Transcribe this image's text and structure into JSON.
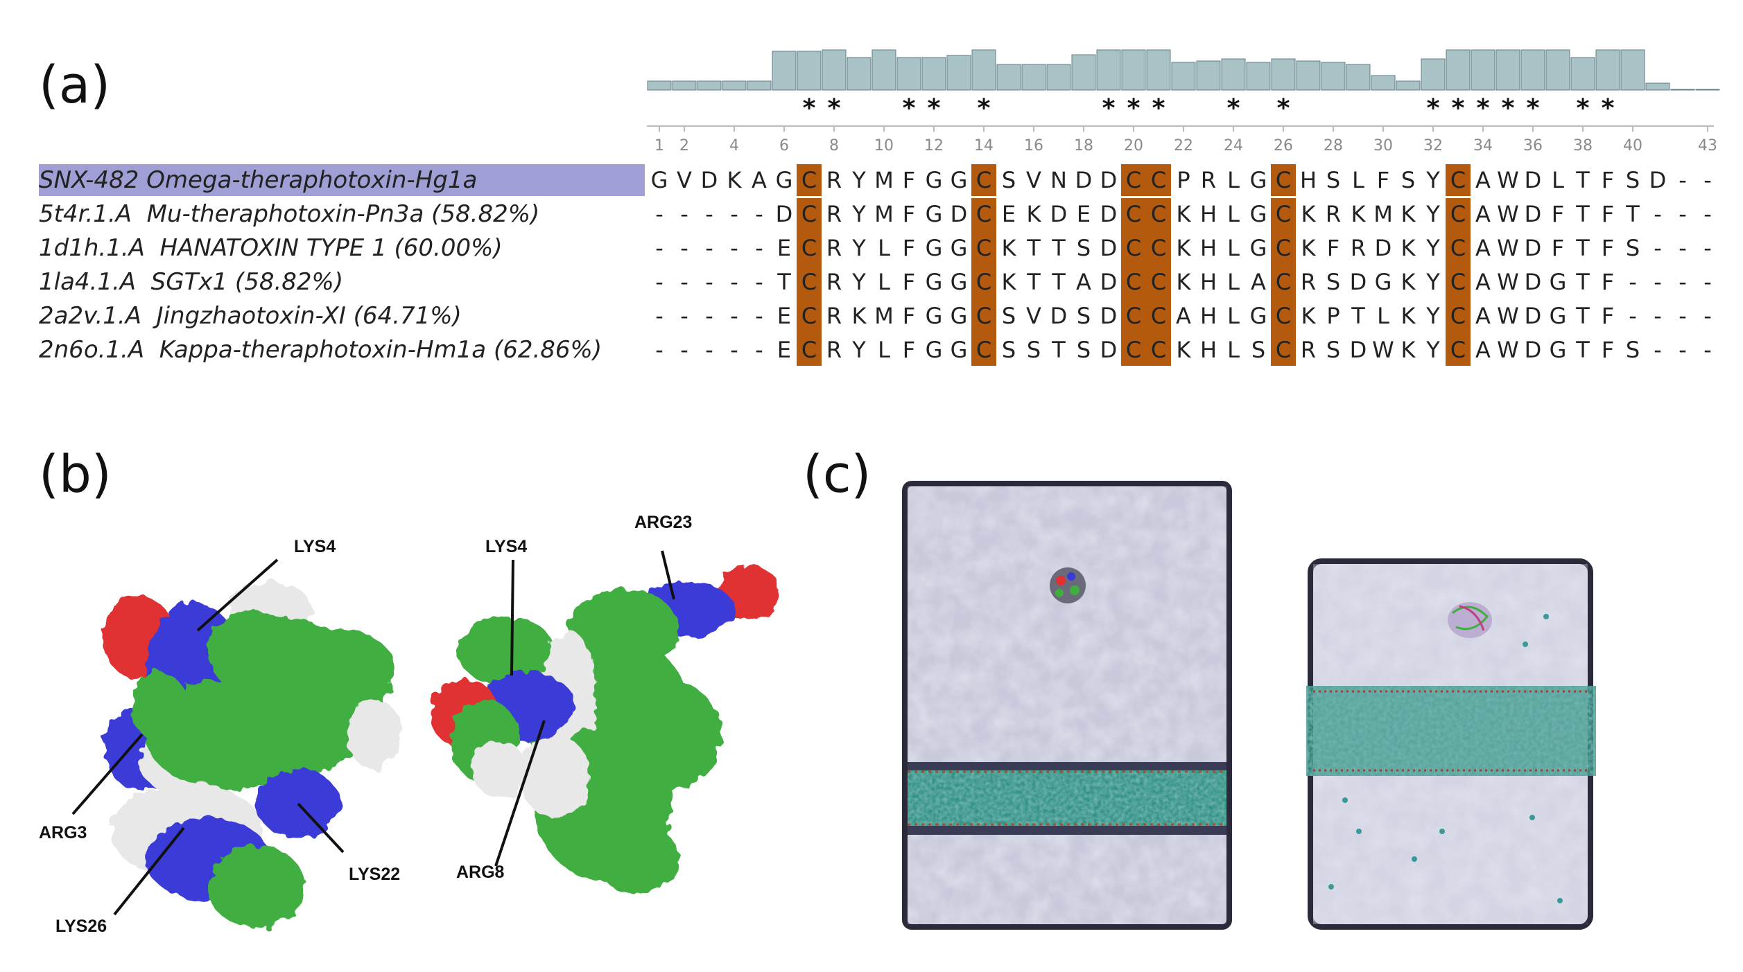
{
  "panels": {
    "a": "(a)",
    "b": "(b)",
    "c": "(c)"
  },
  "alignment": {
    "names": [
      "SNX-482 Omega-theraphotoxin-Hg1a",
      "5t4r.1.A  Mu-theraphotoxin-Pn3a (58.82%)",
      "1d1h.1.A  HANATOXIN TYPE 1 (60.00%)",
      "1la4.1.A  SGTx1 (58.82%)",
      "2a2v.1.A  Jingzhaotoxin-XI (64.71%)",
      "2n6o.1.A  Kappa-theraphotoxin-Hm1a (62.86%)"
    ],
    "sequences": [
      "GVDKAGCRYMFGGCSVNDDCCPRLGCHSLFSYCAWDLTFSD--",
      "-----DCRYMFGDCEKDEDCCKHLGCKRKMKYCAWDFTFT---",
      "-----ECRYLFGGCKTTSDCCKHLGCKFRDKYCAWDFTFS---",
      "-----TCRYLFGGCKTTADCCKHLACRSDGKYCAWDGTF----",
      "-----ECRKMFGGCSVDSDCCAHLGCKPTLKYCAWDGTF----",
      "-----ECRYLFGGCSSTSDCCKHLSCRSDWKYCAWDGTFS---"
    ],
    "ruler_labels": [
      "1",
      "2",
      "4",
      "6",
      "8",
      "10",
      "12",
      "14",
      "16",
      "18",
      "20",
      "22",
      "24",
      "26",
      "28",
      "30",
      "32",
      "34",
      "36",
      "38",
      "40",
      "43"
    ],
    "conservation_stars": "*"
  },
  "conservation": [
    0.13,
    0.13,
    0.13,
    0.13,
    0.13,
    0.56,
    0.56,
    0.58,
    0.47,
    0.58,
    0.47,
    0.47,
    0.5,
    0.58,
    0.37,
    0.37,
    0.37,
    0.51,
    0.58,
    0.58,
    0.58,
    0.4,
    0.42,
    0.45,
    0.4,
    0.45,
    0.42,
    0.4,
    0.37,
    0.21,
    0.13,
    0.45,
    0.58,
    0.58,
    0.58,
    0.58,
    0.58,
    0.47,
    0.58,
    0.58,
    0.1,
    0.01,
    0.01
  ],
  "conserved_columns": [
    7,
    8,
    11,
    12,
    14,
    19,
    20,
    21,
    24,
    26,
    32,
    33,
    34,
    35,
    36,
    38,
    39
  ],
  "cysteine_columns": [
    7,
    14,
    20,
    21,
    26,
    33
  ],
  "labels_b": [
    "LYS4",
    "ARG3",
    "LYS26",
    "LYS22",
    "LYS4",
    "ARG23",
    "ARG8"
  ],
  "colors": {
    "bar": "#a9c2c6",
    "cys": "#b35a0f",
    "highlight": "#9f9fd6",
    "green": "#3fae3f",
    "blue": "#3a3ad8",
    "red": "#e03030",
    "white": "#e8e8e8",
    "water": "#c7c8dc",
    "lipid": "#2f8f80"
  }
}
